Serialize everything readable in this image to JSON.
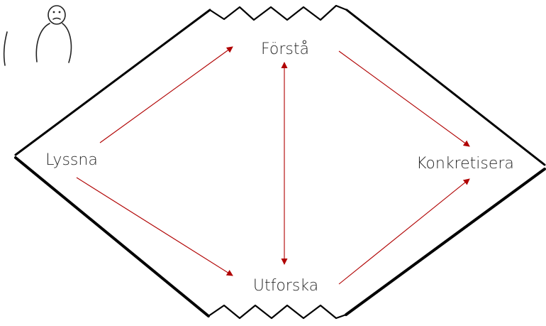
{
  "nodes": {
    "forsta": "Förstå",
    "lyssna": "Lyssna",
    "konkretisera": "Konkretisera",
    "utforska": "Utforska"
  },
  "icons": {
    "figure": "person-thinking-sketch-icon"
  },
  "colors": {
    "arrow": "#b00000",
    "outline": "#000000",
    "text": "#2a2a2a"
  }
}
